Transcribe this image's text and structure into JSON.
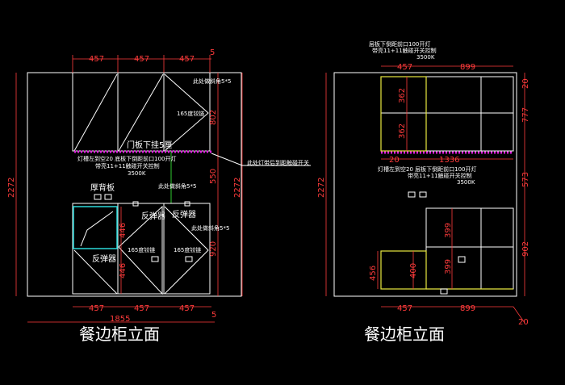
{
  "left": {
    "title": "餐边柜立面",
    "dims_top": [
      "457",
      "457",
      "457",
      "5"
    ],
    "dims_bottom": [
      "457",
      "457",
      "457",
      "5"
    ],
    "dim_total": "1855",
    "dim_height_left": "2272",
    "dim_height_right": "2272",
    "dims_right": [
      "802",
      "550",
      "920"
    ],
    "dims_inner": [
      "446",
      "446"
    ],
    "note_angle_top": "此处做斜角5*5",
    "note_hinge_top": "165度铰链",
    "note_door_hang": "门板下挂5厘",
    "note_light_line1": "灯槽左到空20  底板下倒距前口100开灯",
    "note_light_line2": "带亮11+11触碰开关控制",
    "note_light_line3": "3500K",
    "note_angle_mid": "此处做斜角5*5",
    "note_back": "厚背板",
    "note_rebound1": "反弹器",
    "note_rebound2": "反弹器",
    "note_rebound3": "反弹器",
    "note_angle_bottom": "此处做斜角5*5",
    "note_hinge_b1": "165度铰链",
    "note_hinge_b2": "165度铰链",
    "callout_light": "此处灯带后到距触碰开关"
  },
  "right": {
    "title": "餐边柜立面",
    "note_top_line1": "层板下倒距前口100开灯",
    "note_top_line2": "带亮11+11触碰开关控制",
    "note_top_line3": "3500K",
    "dims_top": [
      "457",
      "899"
    ],
    "dims_bottom": [
      "457",
      "899"
    ],
    "dim_height_left": "2272",
    "dims_right": [
      "20",
      "777",
      "573",
      "902",
      "20"
    ],
    "dims_inner_top": [
      "362",
      "362"
    ],
    "dims_inner_bottom": [
      "399",
      "399"
    ],
    "dim_456": "456",
    "dim_400": "400",
    "dim_20_mid": "20",
    "dim_1336": "1336",
    "note_light_line1": "灯槽左到空20  层板下倒距前口100开灯",
    "note_light_line2": "带亮11+11触碰开关控制",
    "note_light_line3": "3500K"
  }
}
